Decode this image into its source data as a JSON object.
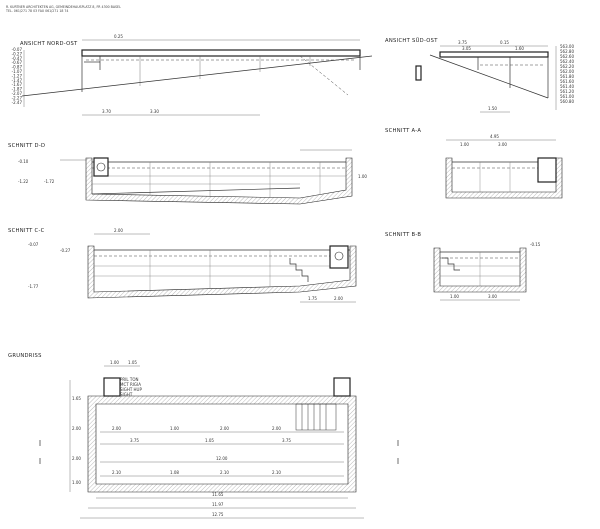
{
  "header": {
    "line1": "R. KURTNER ARCHITEKTEN AG, GEMEINDEHAUSPLATZ 8, FR 4300 BASEL",
    "line2": "TEL. 061/271 78 03 FAX 061/271 18 74"
  },
  "views": {
    "ansicht_nord_ost": "ANSICHT  NORD-OST",
    "ansicht_sued_ost": "ANSICHT  SÜD-OST",
    "schnitt_dd": "SCHNITT  D-D",
    "schnitt_aa": "SCHNITT  A-A",
    "schnitt_cc": "SCHNITT  C-C",
    "schnitt_bb": "SCHNITT  B-B",
    "grundriss": "GRUNDRISS"
  },
  "levels_left": [
    "-0.07",
    "-0.27",
    "-0.47",
    "-0.67",
    "-0.87",
    "-1.07",
    "-1.27",
    "-1.47",
    "-1.67",
    "-1.87",
    "-2.07",
    "-2.27",
    "-2.47"
  ],
  "levels_right": [
    "563.00",
    "562.80",
    "562.60",
    "562.40",
    "562.20",
    "562.00",
    "561.80",
    "561.60",
    "561.40",
    "561.20",
    "561.00",
    "560.80"
  ],
  "dims": {
    "nord_ost_top": "0.25",
    "nord_ost_bottom_a": "3.70",
    "nord_ost_bottom_b": "3.30",
    "sued_ost_top_a": "3.75",
    "sued_ost_top_b": "0.15",
    "sued_ost_top_c": "3.05",
    "sued_ost_top_d": "1.60",
    "sued_ost_bottom": "1.50",
    "aa_top": "4.95",
    "aa_mid_a": "1.00",
    "aa_mid_b": "3.00",
    "cc_top": "2.00",
    "cc_bottom_a": "1.75",
    "cc_bottom_b": "2.00",
    "bb_bottom_a": "1.00",
    "bb_bottom_b": "3.00",
    "bb_level": "-0.15",
    "dd_level_a": "-0.10",
    "dd_level_b": "-1.22",
    "dd_level_c": "-1.72",
    "dd_dim_right": "1.00",
    "cc_level_a": "-0.07",
    "cc_level_b": "-0.27",
    "cc_level_c": "-1.77",
    "g_top_a": "1.00",
    "g_top_b": "1.05",
    "g_row1": [
      "2.00",
      "1.00",
      "2.00",
      "2.00"
    ],
    "g_row2": [
      "3.75",
      "1.05",
      "3.75"
    ],
    "g_total": "12.00",
    "g_bottom": [
      "2.10",
      "1.08",
      "2.10",
      "2.10"
    ],
    "g_span_a": "11.65",
    "g_span_b": "11.97",
    "g_span_c": "12.75",
    "g_left": [
      "1.65",
      "2.00",
      "2.00",
      "1.00"
    ],
    "g_note": [
      "PRIL TON",
      "MCT RIGIA",
      "SIGHT HUP",
      "SIGHT"
    ]
  }
}
